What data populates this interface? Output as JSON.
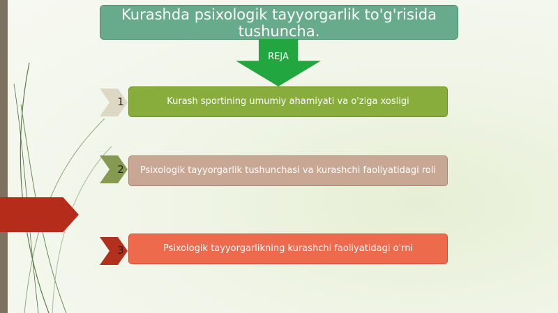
{
  "slide": {
    "title": "Kurashda psixologik tayyorgarlik to'g'risida tushuncha.",
    "arrow_label": "REJA",
    "items": [
      {
        "number": "1",
        "text": "Kurash sportining umumiy ahamiyati va o'ziga xosligi"
      },
      {
        "number": "2",
        "text": "Psixologik tayyorgarlik tushunchasi va kurashchi faoliyatidagi roli"
      },
      {
        "number": "3",
        "text": "Psixologik tayyorgarlikning kurashchi faoliyatidagi o'rni"
      }
    ]
  },
  "colors": {
    "title_box": "#67ab8c",
    "down_arrow": "#22a640",
    "item1": "#88ad3c",
    "item2": "#c8a795",
    "item3": "#ee6a4d",
    "side_arrow": "#b52c1a",
    "left_bar": "#7d715f"
  }
}
